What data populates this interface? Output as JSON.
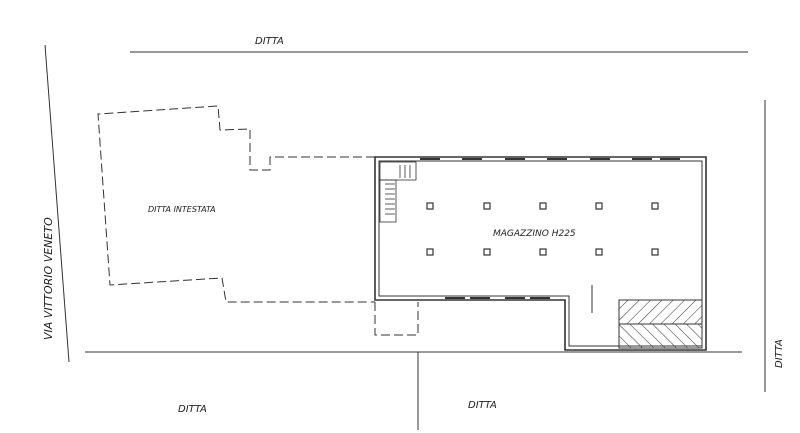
{
  "labels": {
    "top_neighbor": "DITTA",
    "owner_area": "DITTA INTESTATA",
    "warehouse": "MAGAZZINO  H225",
    "bottom_left_neighbor": "DITTA",
    "bottom_right_neighbor": "DITTA",
    "right_neighbor": "DITTA",
    "street": "VIA VITTORIO VENETO"
  }
}
